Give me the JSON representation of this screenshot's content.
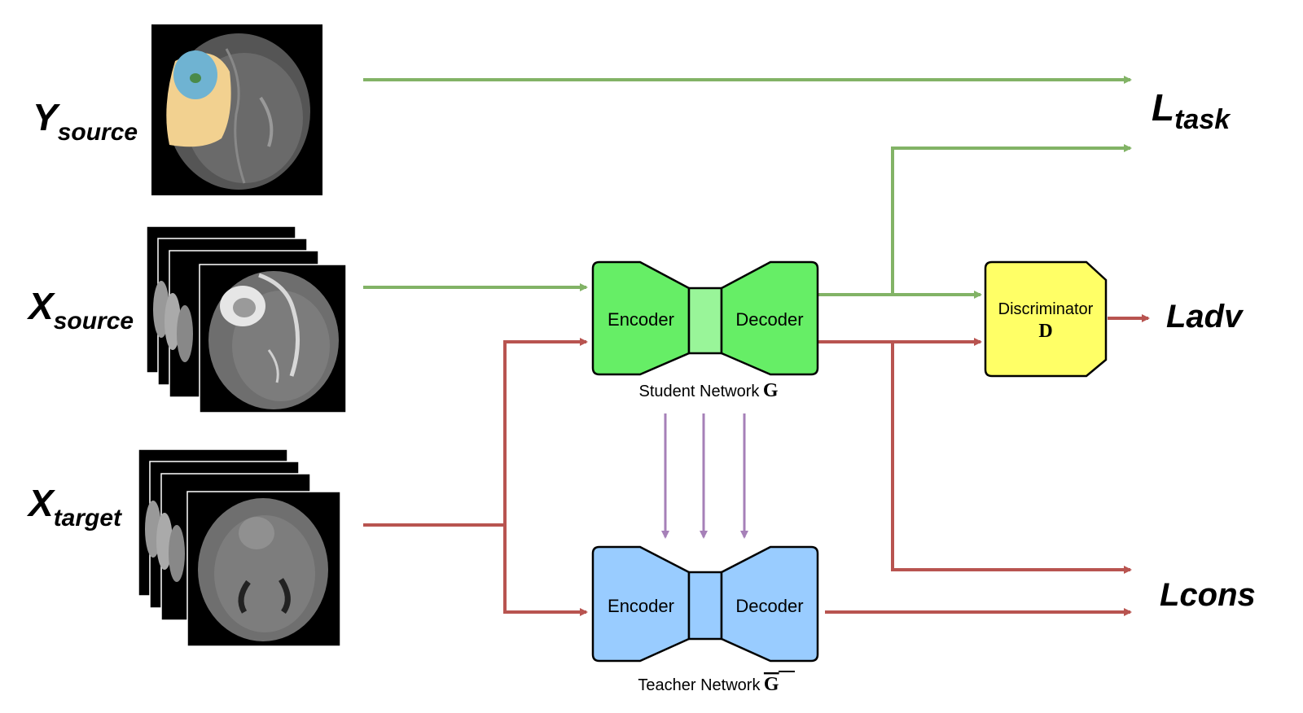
{
  "inputs": {
    "y_source": {
      "main": "Y",
      "sub": "source"
    },
    "x_source": {
      "main": "X",
      "sub": "source"
    },
    "x_target": {
      "main": "X",
      "sub": "target"
    }
  },
  "student": {
    "encoder": "Encoder",
    "decoder": "Decoder",
    "caption": "Student Network",
    "symbol": "G"
  },
  "teacher": {
    "encoder": "Encoder",
    "decoder": "Decoder",
    "caption": "Teacher Network",
    "symbol": "G"
  },
  "discriminator": {
    "label": "Discriminator",
    "symbol": "D"
  },
  "losses": {
    "task": {
      "main": "L",
      "sub": "task"
    },
    "adv": "Ladv",
    "cons": "Lcons"
  },
  "colors": {
    "source_arrow": "#82b366",
    "target_arrow": "#b85450",
    "ema_arrow": "#a680b8",
    "student_fill": "#66ee66",
    "student_bottleneck": "#99f599",
    "teacher_fill": "#99ccff",
    "discriminator_fill": "#ffff66",
    "label_tumor_core": "#6fb3d2",
    "label_edema": "#f2d190"
  }
}
